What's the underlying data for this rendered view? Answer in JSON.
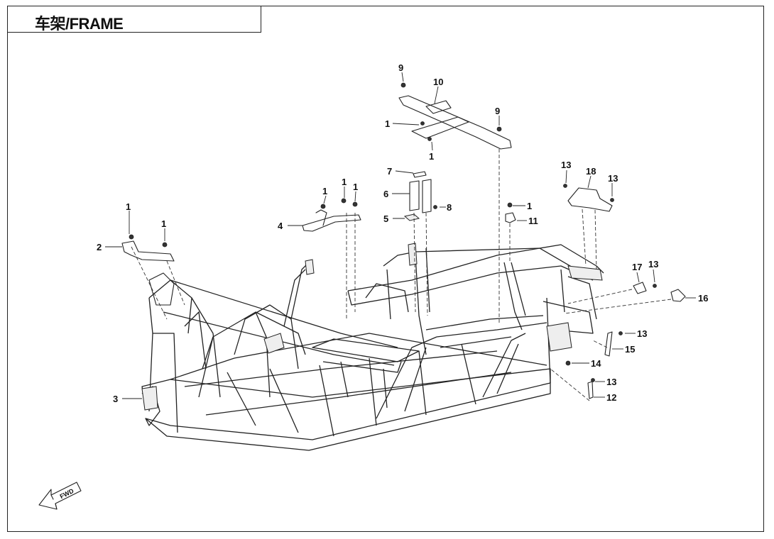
{
  "title": "车架/FRAME",
  "fwd_label": "FWD",
  "callouts": {
    "c1a": "1",
    "c1b": "1",
    "c1c": "1",
    "c1d": "1",
    "c1e": "1",
    "c1f": "1",
    "c1g": "1",
    "c1h": "1",
    "c2": "2",
    "c3": "3",
    "c4": "4",
    "c5": "5",
    "c6": "6",
    "c7": "7",
    "c8": "8",
    "c9a": "9",
    "c9b": "9",
    "c10": "10",
    "c11": "11",
    "c12": "12",
    "c13a": "13",
    "c13b": "13",
    "c13c": "13",
    "c13d": "13",
    "c13e": "13",
    "c14": "14",
    "c15": "15",
    "c16": "16",
    "c17": "17",
    "c18": "18"
  }
}
